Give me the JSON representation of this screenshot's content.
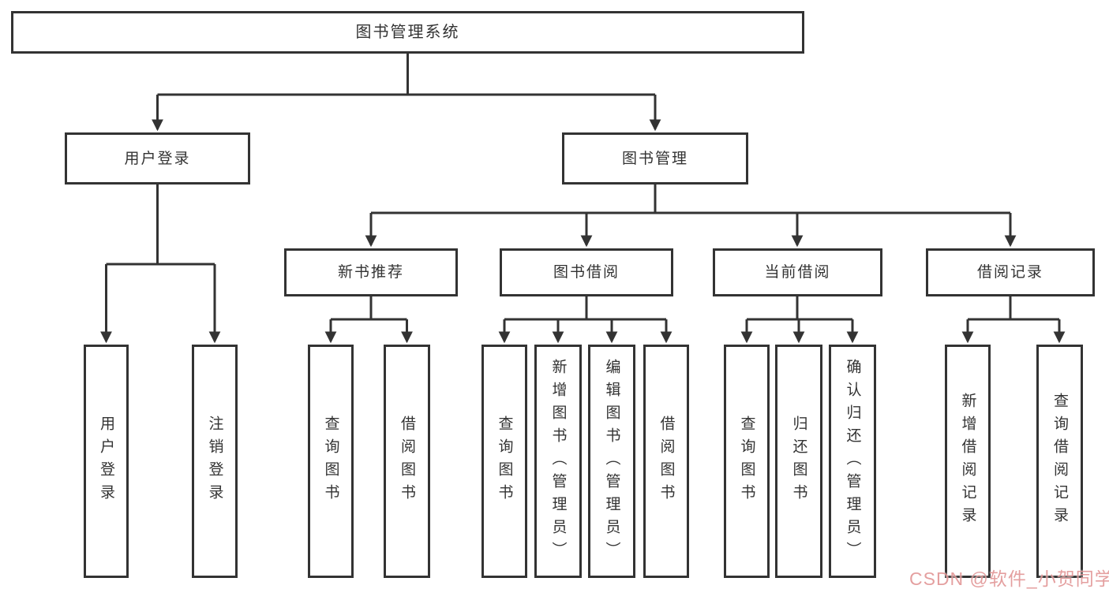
{
  "diagram": {
    "root": {
      "label": "图书管理系统"
    },
    "user_login": {
      "label": "用户登录",
      "children": [
        {
          "label": "用户登录"
        },
        {
          "label": "注销登录"
        }
      ]
    },
    "book_management": {
      "label": "图书管理",
      "children": [
        {
          "label": "新书推荐",
          "children": [
            {
              "label": "查询图书"
            },
            {
              "label": "借阅图书"
            }
          ]
        },
        {
          "label": "图书借阅",
          "children": [
            {
              "label": "查询图书"
            },
            {
              "label": "新增图书（管理员）"
            },
            {
              "label": "编辑图书（管理员）"
            },
            {
              "label": "借阅图书"
            }
          ]
        },
        {
          "label": "当前借阅",
          "children": [
            {
              "label": "查询图书"
            },
            {
              "label": "归还图书"
            },
            {
              "label": "确认归还（管理员）"
            }
          ]
        },
        {
          "label": "借阅记录",
          "children": [
            {
              "label": "新增借阅记录"
            },
            {
              "label": "查询借阅记录"
            }
          ]
        }
      ]
    }
  },
  "watermark": {
    "text": "CSDN @软件_小贺同学"
  },
  "colors": {
    "line": "#333333",
    "box_border": "#333333",
    "text": "#333333",
    "background": "#ffffff",
    "watermark": "#de8a8a"
  }
}
